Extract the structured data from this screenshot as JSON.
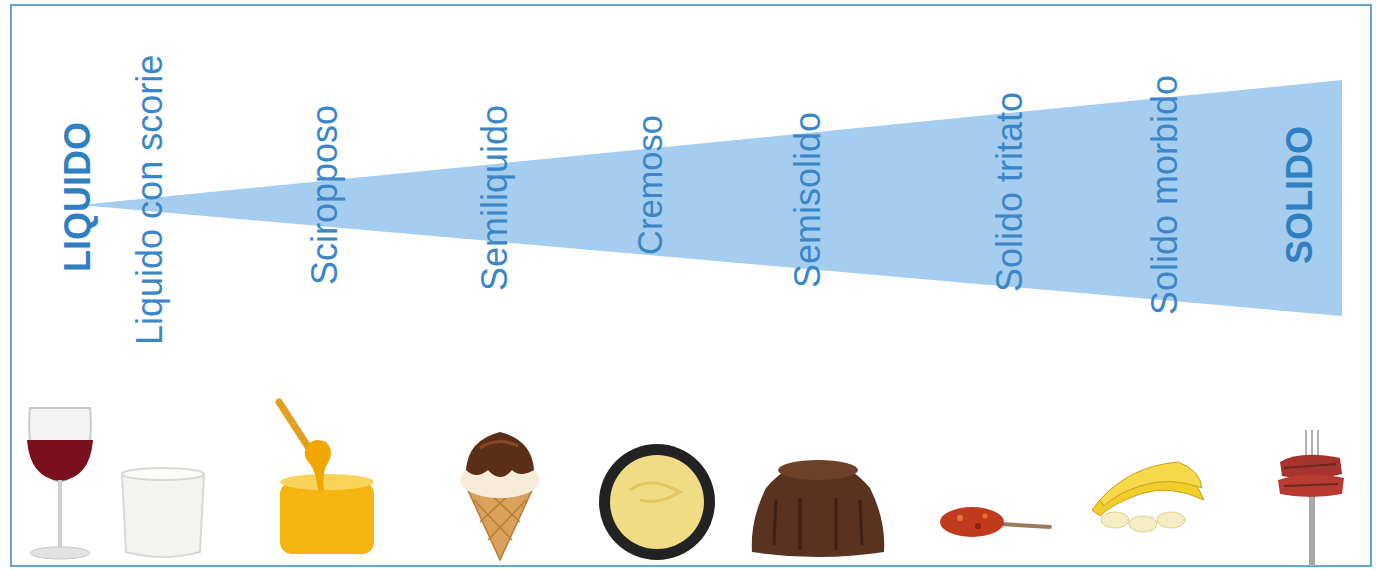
{
  "diagram": {
    "labels": [
      "LIQUIDO",
      "Liquido con scorie",
      "Sciropposo",
      "Semiliquido",
      "Cremoso",
      "Semisolido",
      "Solido tritato",
      "Solido morbido",
      "SOLIDO"
    ]
  }
}
